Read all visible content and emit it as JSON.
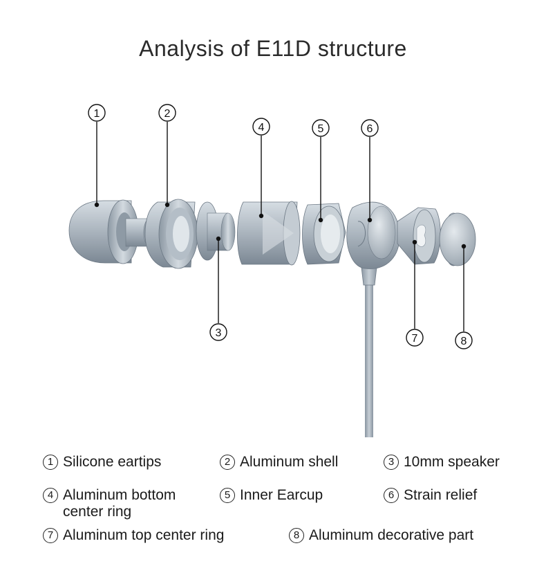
{
  "title": "Analysis of E11D structure",
  "parts": [
    {
      "num": "1",
      "label": "Silicone eartips"
    },
    {
      "num": "2",
      "label": "Aluminum shell"
    },
    {
      "num": "3",
      "label": "10mm speaker"
    },
    {
      "num": "4",
      "label": "Aluminum bottom\ncenter ring"
    },
    {
      "num": "5",
      "label": "Inner Earcup"
    },
    {
      "num": "6",
      "label": "Strain relief"
    },
    {
      "num": "7",
      "label": "Aluminum top center ring"
    },
    {
      "num": "8",
      "label": "Aluminum decorative part"
    }
  ],
  "colors": {
    "metal_light": "#c9d1d8",
    "metal_mid": "#9aa6b1",
    "metal_dark": "#6b7783",
    "line": "#111111"
  }
}
